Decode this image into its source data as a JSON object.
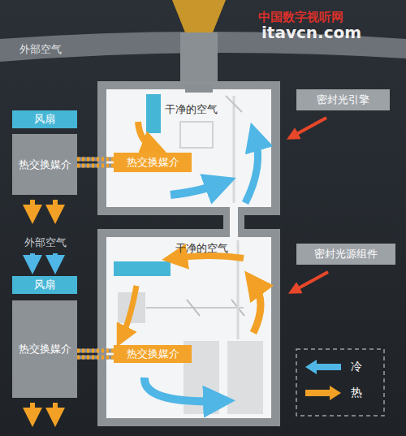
{
  "diagram": {
    "nodes": [
      {
        "text": [
          "风扇"
        ]
      },
      {
        "text": [
          "热交换媒介"
        ]
      },
      {
        "text": [
          "热交换媒介"
        ]
      },
      {
        "text": [
          "密封光引擎"
        ]
      },
      {
        "text": [
          "风扇"
        ]
      },
      {
        "text": [
          "热交换媒介"
        ]
      },
      {
        "text": [
          "热交换媒介"
        ]
      },
      {
        "text": [
          "密封光源组件"
        ]
      }
    ],
    "edges": [
      {
        "from": 1,
        "to": 2,
        "arrow": "none"
      },
      {
        "from": 5,
        "to": 6,
        "arrow": "none"
      }
    ],
    "labels": [
      "外部空气",
      "外部空气",
      "干净的空气",
      "干净的空气",
      "中国数字视听网",
      "itavcn.com"
    ],
    "legend": [
      {
        "text": "冷",
        "color": "#4fb6e6"
      },
      {
        "text": "热",
        "color": "#f2a126"
      }
    ]
  }
}
